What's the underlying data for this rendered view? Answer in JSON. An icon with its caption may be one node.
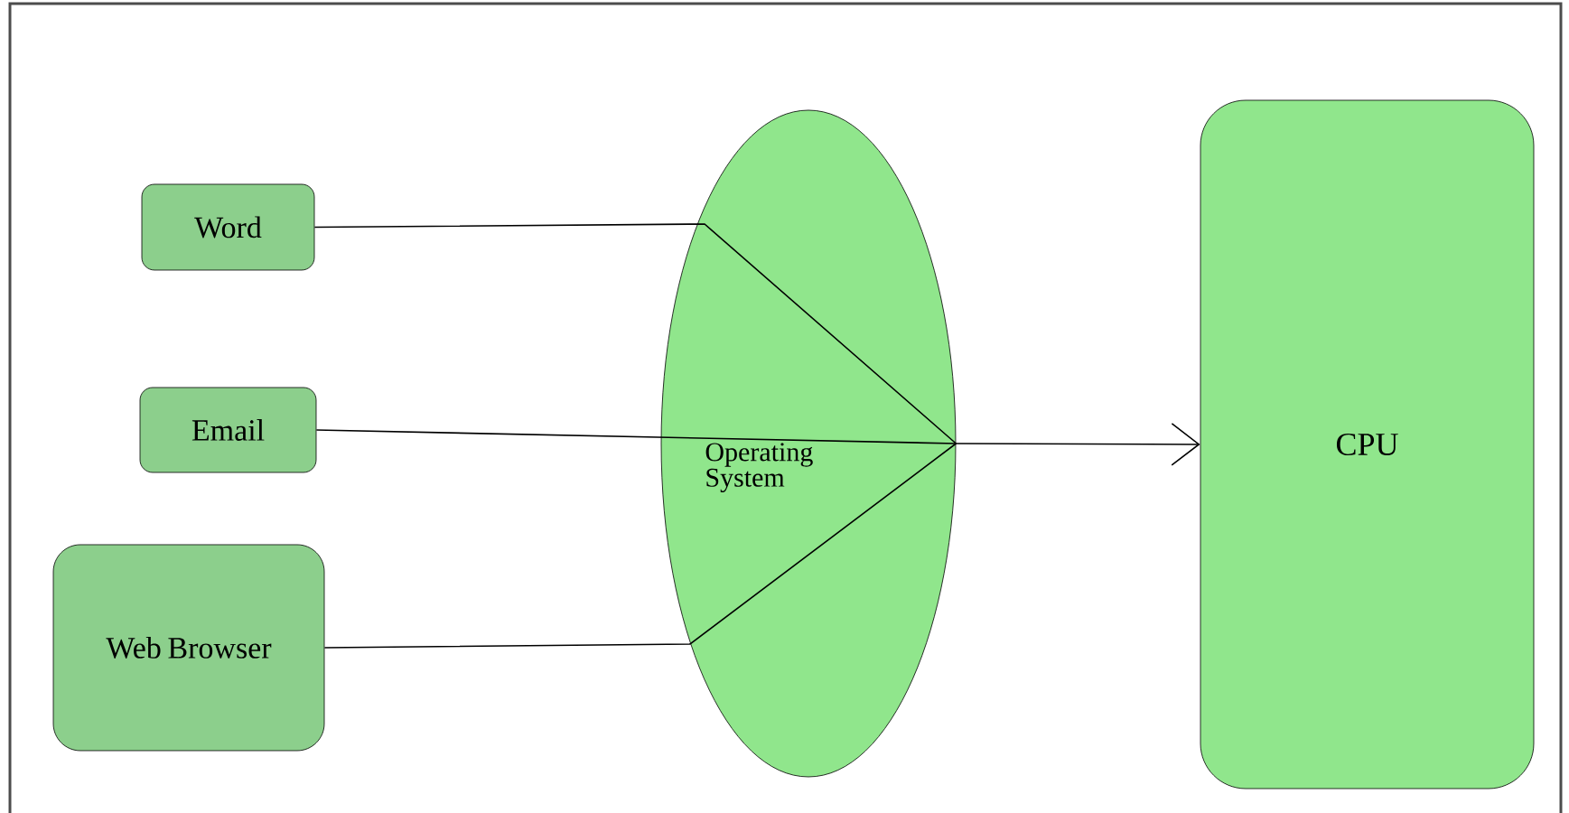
{
  "diagram": {
    "nodes": [
      {
        "text": [
          "Word"
        ]
      },
      {
        "text": [
          "Email"
        ]
      },
      {
        "text": [
          "Web Browser"
        ]
      },
      {
        "text": [
          "Operating System"
        ]
      },
      {
        "text": [
          "CPU"
        ]
      }
    ],
    "edges": [
      {
        "from": 0,
        "to": 3,
        "arrow": "none"
      },
      {
        "from": 1,
        "to": 3,
        "arrow": "none"
      },
      {
        "from": 2,
        "to": 3,
        "arrow": "none"
      },
      {
        "from": 3,
        "to": 4,
        "arrow": "to"
      }
    ]
  }
}
